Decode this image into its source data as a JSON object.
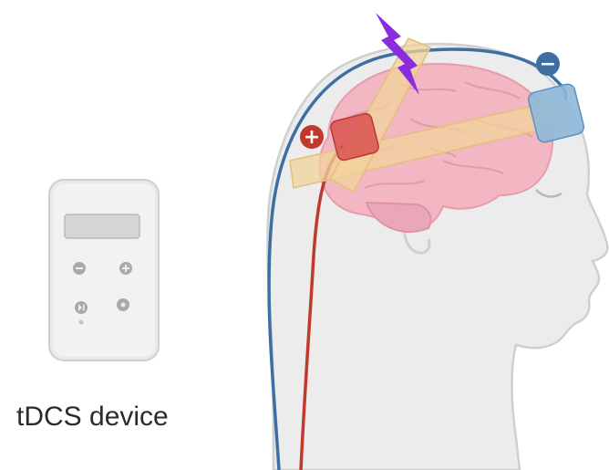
{
  "device": {
    "label": "tDCS device",
    "buttons": [
      "minus",
      "plus",
      "play-pause",
      "stop"
    ]
  },
  "electrodes": {
    "anode_symbol": "+",
    "cathode_symbol": "−"
  },
  "colors": {
    "anode": "#c0392b",
    "anode_pad": "#d9534f",
    "cathode": "#3e6fa3",
    "cathode_pad": "#8fb8d9",
    "headband": "#f2d39a",
    "brain": "#f3b6c3",
    "lightning": "#8a2be2",
    "head_fill": "#ececec",
    "head_outline": "#c9c9c9",
    "device_body": "#e6e6e6"
  }
}
